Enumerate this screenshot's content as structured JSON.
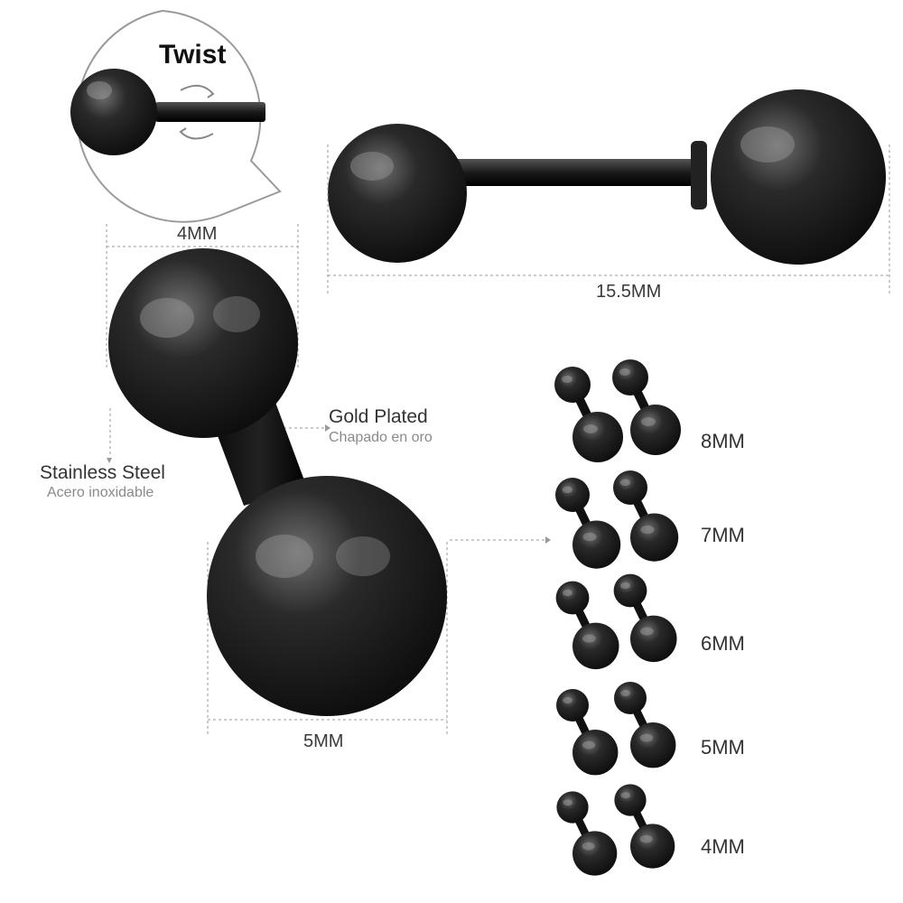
{
  "labels": {
    "twist": "Twist",
    "ball_top": "4MM",
    "length": "15.5MM",
    "ball_bottom": "5MM",
    "plating": "Gold Plated",
    "plating_es": "Chapado en oro",
    "material": "Stainless Steel",
    "material_es": "Acero inoxidable"
  },
  "sizes": [
    "8MM",
    "7MM",
    "6MM",
    "5MM",
    "4MM"
  ],
  "colors": {
    "metal": "#1a1a1a",
    "highlight": "#9a9a9a",
    "guide": "#999999"
  }
}
